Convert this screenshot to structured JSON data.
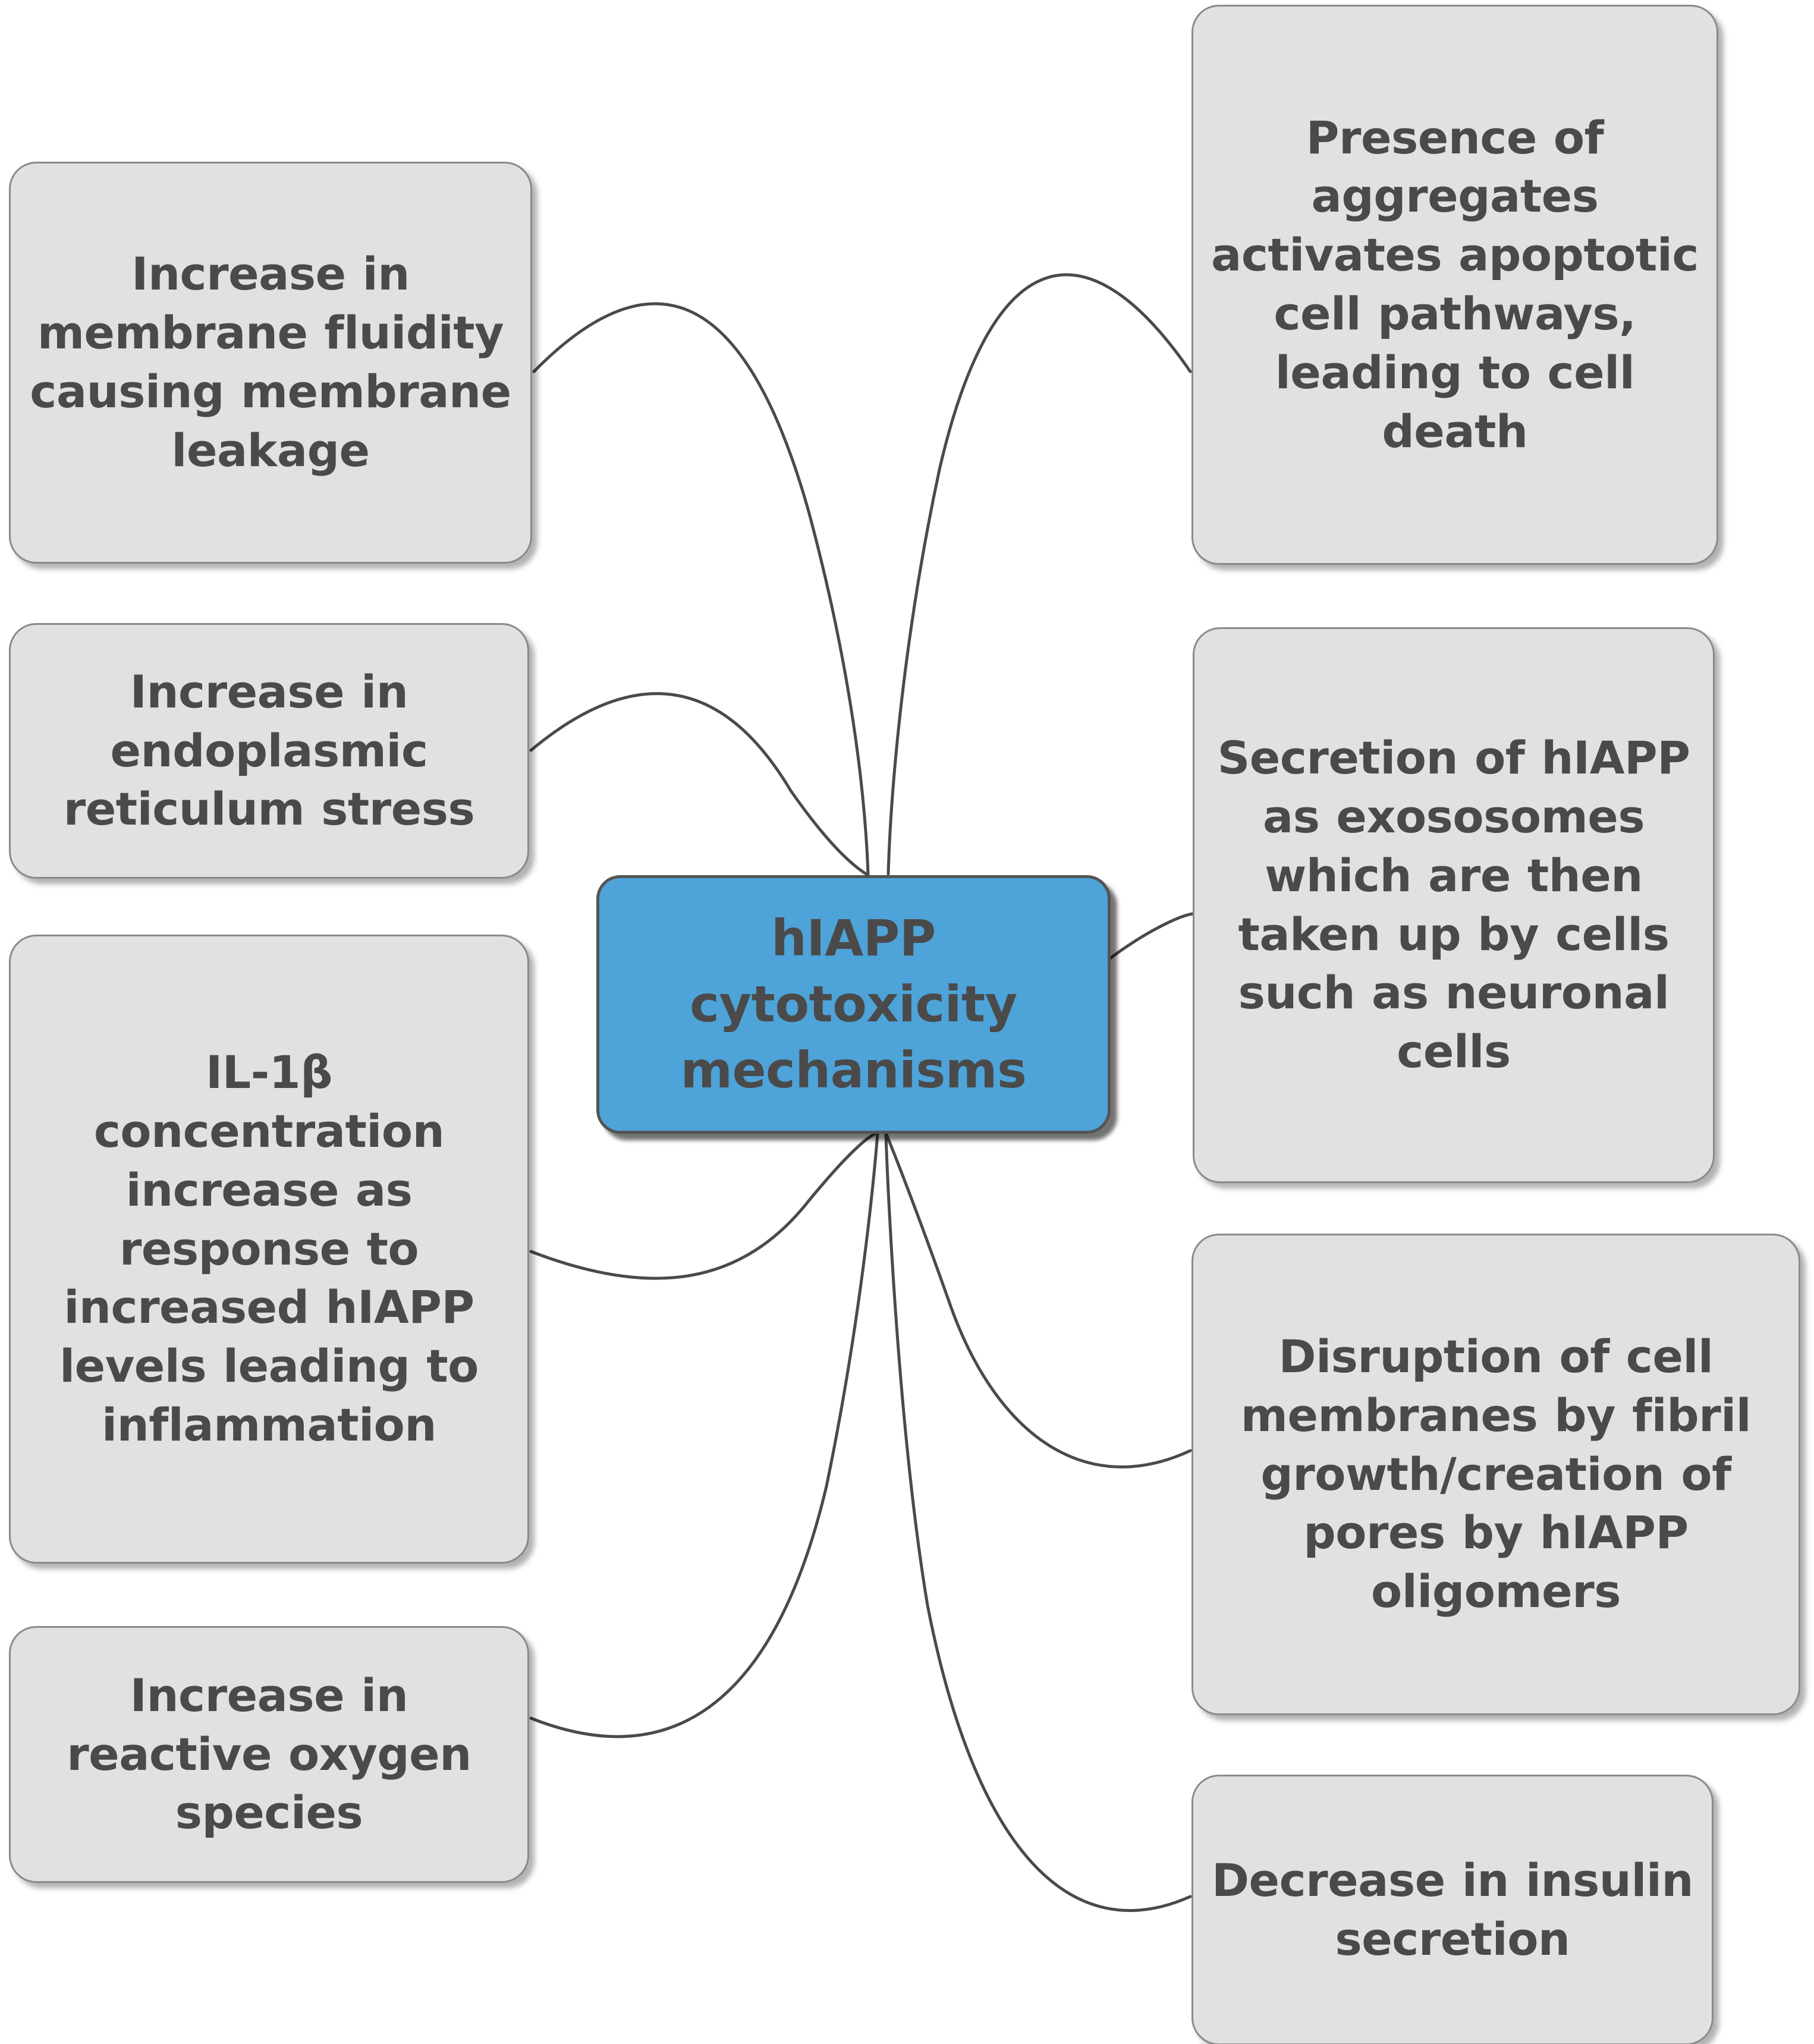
{
  "diagram": {
    "type": "mind-map",
    "title": "hIAPP cytotoxicity mechanisms",
    "central_node": {
      "id": "central",
      "label": "hIAPP cytotoxicity mechanisms",
      "fill_color": "#4ea3d8",
      "border_color": "#545454",
      "text_color": "#4a4a4a"
    },
    "leaf_style": {
      "fill_color": "#e1e1e1",
      "border_color": "#8a8a8a",
      "text_color": "#4a4a4a"
    },
    "edge_color": "#4a4a4a",
    "left_nodes": [
      {
        "id": "membrane-fluidity",
        "label": "Increase in membrane fluidity causing membrane leakage"
      },
      {
        "id": "er-stress",
        "label": "Increase in endoplasmic reticulum stress"
      },
      {
        "id": "il1b-inflammation",
        "label": "IL-1β concentration increase as response to increased hIAPP levels leading to inflammation"
      },
      {
        "id": "reactive-oxygen-species",
        "label": "Increase in reactive oxygen species"
      }
    ],
    "right_nodes": [
      {
        "id": "apoptotic-pathways",
        "label": "Presence of aggregates activates apoptotic cell pathways, leading to cell death"
      },
      {
        "id": "exosome-secretion",
        "label": "Secretion of hIAPP as exososomes which are then taken up by cells such as neuronal cells"
      },
      {
        "id": "membrane-disruption",
        "label": "Disruption of cell membranes by fibril growth/creation of pores by hIAPP oligomers"
      },
      {
        "id": "insulin-secretion",
        "label": "Decrease in insulin secretion"
      }
    ],
    "edges": [
      {
        "from": "central",
        "to": "membrane-fluidity"
      },
      {
        "from": "central",
        "to": "er-stress"
      },
      {
        "from": "central",
        "to": "il1b-inflammation"
      },
      {
        "from": "central",
        "to": "reactive-oxygen-species"
      },
      {
        "from": "central",
        "to": "apoptotic-pathways"
      },
      {
        "from": "central",
        "to": "exosome-secretion"
      },
      {
        "from": "central",
        "to": "membrane-disruption"
      },
      {
        "from": "central",
        "to": "insulin-secretion"
      }
    ]
  }
}
